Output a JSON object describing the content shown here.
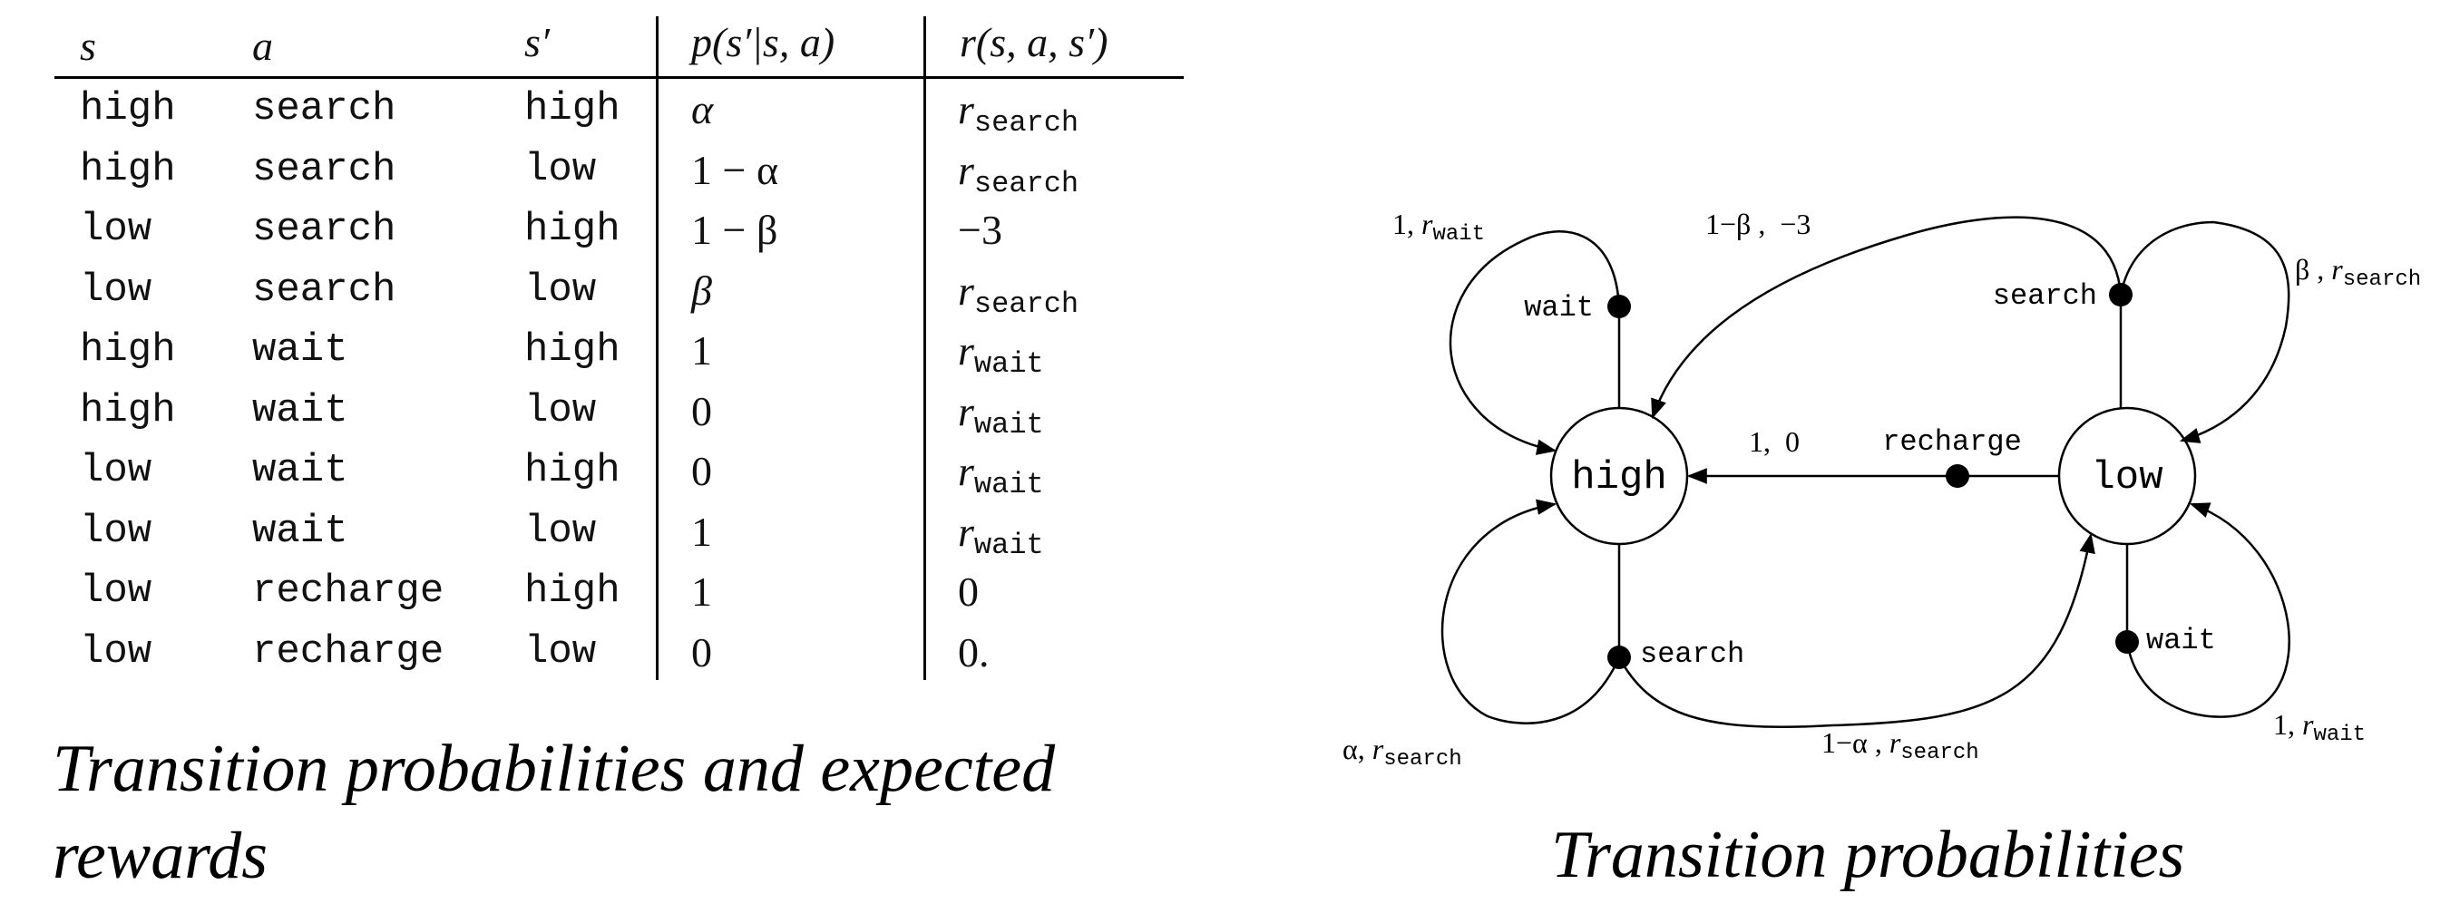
{
  "table": {
    "headers": {
      "s": "s",
      "a": "a",
      "s_prime": "s′",
      "p": "p(s′|s, a)",
      "r": "r(s, a, s′)"
    },
    "rows": [
      {
        "s": "high",
        "a": "search",
        "s2": "high",
        "p": "α",
        "r_pre": "r",
        "r_sub": "search",
        "r_plain": ""
      },
      {
        "s": "high",
        "a": "search",
        "s2": "low",
        "p": "1 − α",
        "r_pre": "r",
        "r_sub": "search",
        "r_plain": ""
      },
      {
        "s": "low",
        "a": "search",
        "s2": "high",
        "p": "1 − β",
        "r_pre": "",
        "r_sub": "",
        "r_plain": "−3"
      },
      {
        "s": "low",
        "a": "search",
        "s2": "low",
        "p": "β",
        "r_pre": "r",
        "r_sub": "search",
        "r_plain": ""
      },
      {
        "s": "high",
        "a": "wait",
        "s2": "high",
        "p": "1",
        "r_pre": "r",
        "r_sub": "wait",
        "r_plain": ""
      },
      {
        "s": "high",
        "a": "wait",
        "s2": "low",
        "p": "0",
        "r_pre": "r",
        "r_sub": "wait",
        "r_plain": ""
      },
      {
        "s": "low",
        "a": "wait",
        "s2": "high",
        "p": "0",
        "r_pre": "r",
        "r_sub": "wait",
        "r_plain": ""
      },
      {
        "s": "low",
        "a": "wait",
        "s2": "low",
        "p": "1",
        "r_pre": "r",
        "r_sub": "wait",
        "r_plain": ""
      },
      {
        "s": "low",
        "a": "recharge",
        "s2": "high",
        "p": "1",
        "r_pre": "",
        "r_sub": "",
        "r_plain": "0"
      },
      {
        "s": "low",
        "a": "recharge",
        "s2": "low",
        "p": "0",
        "r_pre": "",
        "r_sub": "",
        "r_plain": "0."
      }
    ]
  },
  "captions": {
    "table": [
      "Transition probabilities and expected",
      "rewards"
    ],
    "diagram": "Transition probabilities"
  },
  "diagram": {
    "states": {
      "high": "high",
      "low": "low"
    },
    "actions": {
      "high_wait": "wait",
      "high_search": "search",
      "low_search": "search",
      "low_wait": "wait",
      "low_recharge": "recharge"
    },
    "labels": {
      "high_wait_loop": {
        "prob": "1, ",
        "r": "r",
        "sub": "wait"
      },
      "high_search_loop": {
        "prob": "α, ",
        "r": "r",
        "sub": "search"
      },
      "high_search_to_low": {
        "prob": "1−α , ",
        "r": "r",
        "sub": "search"
      },
      "low_search_to_high": {
        "text": "1−β ,  −3"
      },
      "low_search_loop": {
        "prob": "β , ",
        "r": "r",
        "sub": "search"
      },
      "low_wait_loop": {
        "prob": "1, ",
        "r": "r",
        "sub": "wait"
      },
      "recharge": {
        "text": "1,  0"
      }
    }
  }
}
